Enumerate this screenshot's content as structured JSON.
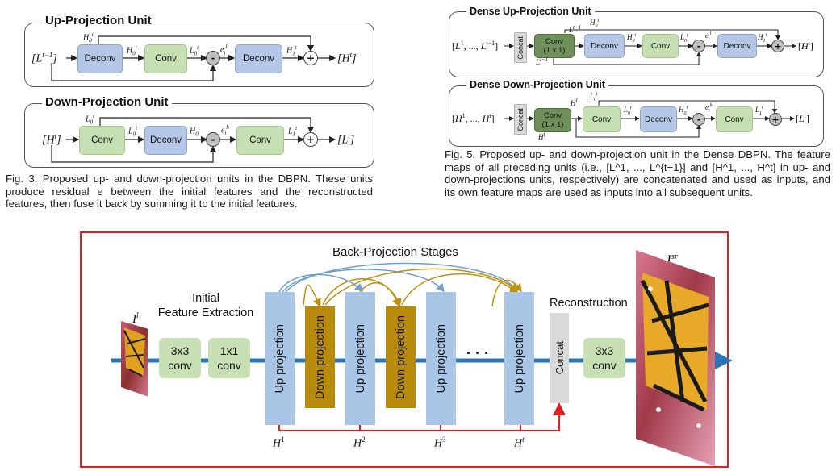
{
  "fig3": {
    "up_title": "Up-Projection Unit",
    "down_title": "Down-Projection Unit",
    "up": {
      "input": "[L^{t−1}]",
      "deconv1": "Deconv",
      "conv": "Conv",
      "deconv2": "Deconv",
      "h0_top": "H_0^t",
      "h0_mid": "H_0^t",
      "l0": "L_0^t",
      "e": "e_t^l",
      "h1": "H_1^t",
      "minus": "-",
      "plus": "+",
      "output": "[H^t]"
    },
    "down": {
      "input": "[H^t]",
      "conv1": "Conv",
      "deconv": "Deconv",
      "conv2": "Conv",
      "l0_top": "L_0^t",
      "l0_mid": "L_0^t",
      "h0": "H_0^t",
      "e": "e_t^h",
      "l1": "L_1^t",
      "minus": "-",
      "plus": "+",
      "output": "[L^t]"
    },
    "caption": "Fig. 3. Proposed up- and down-projection units in the DBPN. These units produce residual e between the initial features and the reconstructed features, then fuse it back by summing it to the initial features."
  },
  "fig5": {
    "up_title": "Dense Up-Projection Unit",
    "down_title": "Dense Down-Projection Unit",
    "up": {
      "input": "[L^1, ..., L^{t−1}]",
      "concat": "Concat",
      "conv1x1_a": "Conv",
      "conv1x1_b": "(1 x 1)",
      "deconv1": "Deconv",
      "conv": "Conv",
      "deconv2": "Deconv",
      "l_top": "L^{t−1}",
      "h0_top": "H_0^t",
      "l_bot": "L^{t−1}",
      "h0_mid": "H_0^t",
      "l0": "L_0^t",
      "e": "e_t^l",
      "h1": "H_1^t",
      "minus": "-",
      "plus": "+",
      "output": "[H^t]"
    },
    "down": {
      "input": "[H^1, ..., H^t]",
      "concat": "Concat",
      "conv1x1_a": "Conv",
      "conv1x1_b": "(1 x 1)",
      "conv1": "Conv",
      "deconv": "Deconv",
      "conv2": "Conv",
      "h_top": "H^t̃",
      "l0_top": "L_0^t",
      "h_bot": "H^t",
      "l0_mid": "L_0^t",
      "h0": "H_0^t",
      "e": "e_t^h",
      "l1": "L_1^t",
      "minus": "-",
      "plus": "+",
      "output": "[L^t]"
    },
    "caption": "Fig. 5. Proposed up- and down-projection unit in the Dense DBPN. The feature maps of all preceding units (i.e., [L^1, ..., L^{t−1}] and [H^1, ..., H^t] in up- and down-projections units, respectively) are concatenated and used as inputs, and its own feature maps are used as inputs into all subsequent units."
  },
  "main": {
    "bp_title": "Back-Projection Stages",
    "input_label": "I^l",
    "initial_label_1": "Initial",
    "initial_label_2": "Feature Extraction",
    "conv3x3_a": "3x3",
    "conv3x3_b": "conv",
    "conv1x1_a": "1x1",
    "conv1x1_b": "conv",
    "stages": [
      "Up projection",
      "Down projection",
      "Up projection",
      "Down projection",
      "Up projection",
      "Up projection"
    ],
    "dots": "· · ·",
    "reconstruction": "Reconstruction",
    "concat": "Concat",
    "recon_conv_a": "3x3",
    "recon_conv_b": "conv",
    "output_label": "I^{sr}",
    "h_labels": [
      "H^1",
      "H^2",
      "H^3",
      "H^t"
    ],
    "colors": {
      "frame": "#e02020",
      "up_stage": "#a9c6e6",
      "down_stage": "#b88a0b",
      "conv": "#c6e0b4",
      "concat": "#d9d9d9",
      "main_line": "#2e75b6",
      "blue_arrow": "#6fa0d0",
      "gold_arrow": "#c09010"
    }
  }
}
